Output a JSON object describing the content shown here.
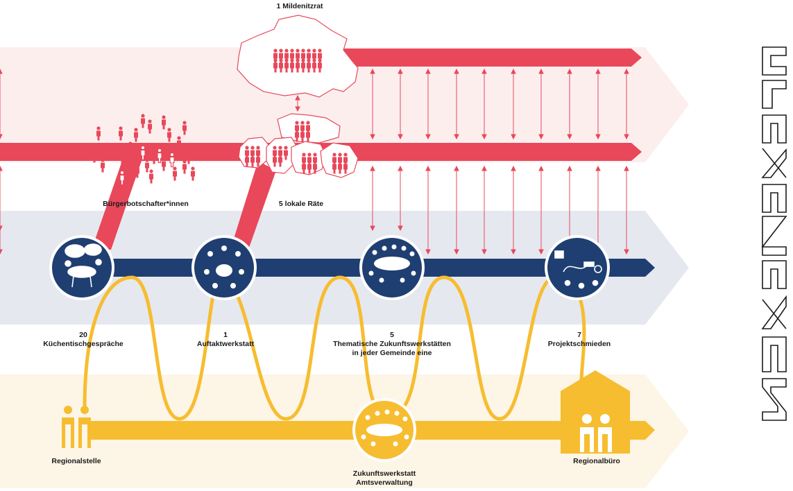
{
  "colors": {
    "red": "#e8485a",
    "navy": "#1f3f72",
    "yellow": "#f6bd30",
    "pink_band": "#fdeeee",
    "grey_band": "#e6e8f0",
    "cream_band": "#fdf5e6"
  },
  "top": {
    "council": "1 Mildenitzrat",
    "citizens": "Bürgerbotschafter*innen",
    "local_councils": "5 lokale Räte"
  },
  "stages": [
    {
      "count": "20",
      "name": "Küchentischgespräche",
      "icon": "kitchen-table-icon"
    },
    {
      "count": "1",
      "name": "Auftaktwerkstatt",
      "icon": "kickoff-workshop-icon"
    },
    {
      "count": "5",
      "name": "Thematische Zukunftswerkstätten",
      "sub": "in jeder Gemeinde eine",
      "icon": "future-workshop-icon"
    },
    {
      "count": "7",
      "name": "Projektschmieden",
      "icon": "project-forge-icon"
    }
  ],
  "bottom": {
    "left": "Regionalstelle",
    "middle_line1": "Zukunftswerkstatt",
    "middle_line2": "Amtsverwaltung",
    "right": "Regionalbüro"
  },
  "side_title": "ZUKUNFT"
}
